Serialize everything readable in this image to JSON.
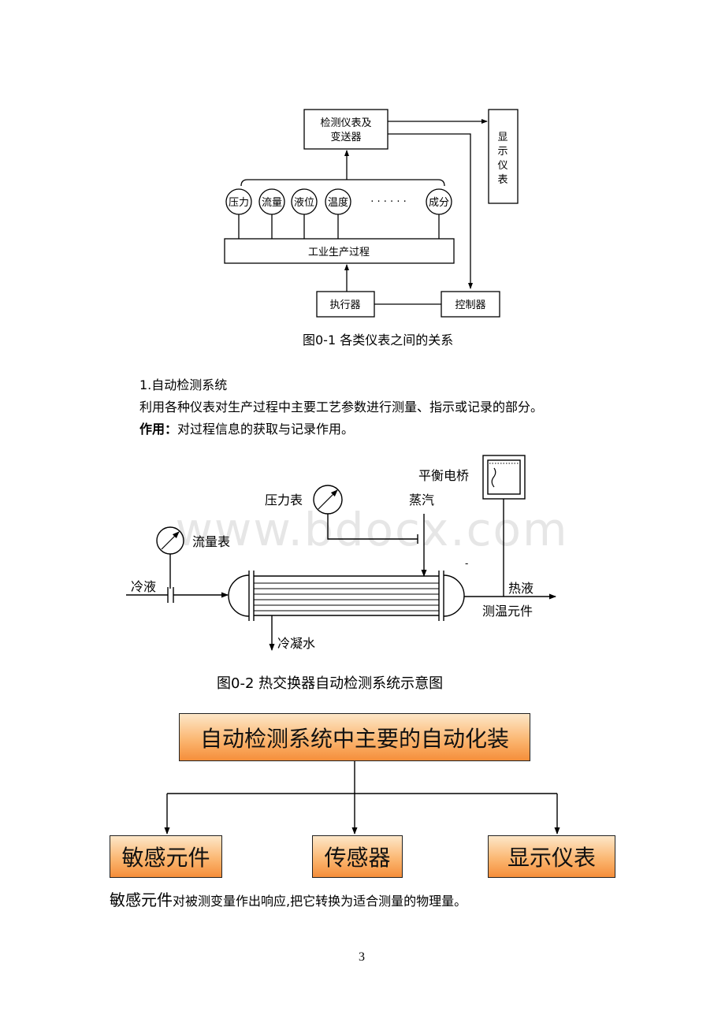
{
  "fig1": {
    "detect_box": [
      "检测仪表及",
      "变送器"
    ],
    "display_box": [
      "显",
      "示",
      "仪",
      "表"
    ],
    "sensors": [
      "压力",
      "流量",
      "液位",
      "温度",
      "成分"
    ],
    "dots": "· · · · · ·",
    "process_box": "工业生产过程",
    "actuator_box": "执行器",
    "controller_box": "控制器",
    "caption": "图0-1 各类仪表之间的关系"
  },
  "section": {
    "heading": "1.自动检测系统",
    "definition": "利用各种仪表对生产过程中主要工艺参数进行测量、指示或记录的部分。",
    "role_label": "作用：",
    "role_text": "对过程信息的获取与记录作用。"
  },
  "fig2": {
    "bridge": "平衡电桥",
    "pressure_gauge": "压力表",
    "steam": "蒸汽",
    "flow_meter": "流量表",
    "cold_liquid": "冷液",
    "hot_liquid": "热液",
    "temp_element": "测温元件",
    "condensate": "冷凝水",
    "dash": "-",
    "watermark": "www.bdocx.com",
    "caption": "图0-2  热交换器自动检测系统示意图"
  },
  "org": {
    "top": "自动检测系统中主要的自动化装",
    "children": [
      "敏感元件",
      "传感器",
      "显示仪表"
    ]
  },
  "footer_note": {
    "term": "敏感元件",
    "text": "对被测变量作出响应,把它转换为适合测量的物理量。"
  },
  "page_number": "3"
}
